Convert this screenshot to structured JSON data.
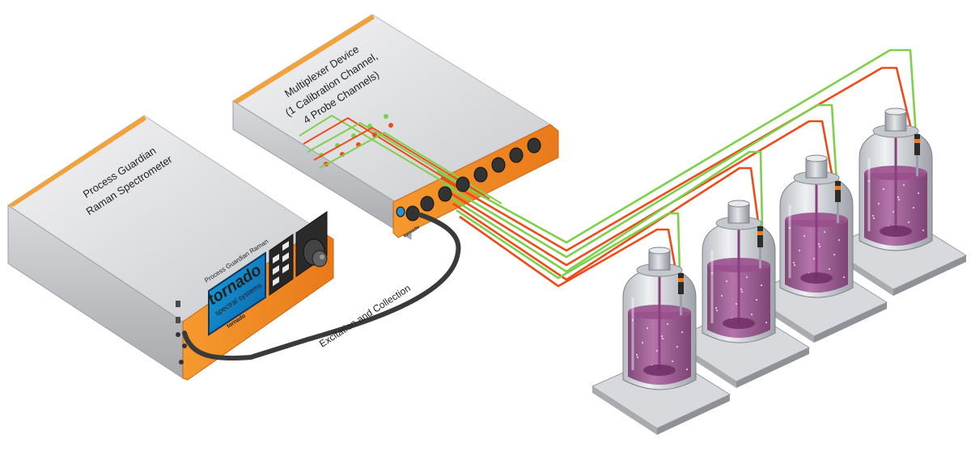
{
  "spectrometer": {
    "label_line1": "Process Guardian",
    "label_line2": "Raman Spectrometer",
    "front_label": "Process Guardian Raman",
    "screen_brand": "tornado",
    "screen_sub": "spectral systems",
    "badge": "tornado"
  },
  "multiplexer": {
    "label_line1": "Multiplexer Device",
    "label_line2": "(1 Calibration Channel,",
    "label_line3": "4 Probe Channels)",
    "badge": "tornado"
  },
  "cable_label": "Excitation and Collection",
  "colors": {
    "orange": "#f07b1c",
    "green": "#7ed04a",
    "red": "#ee4a1a",
    "cable": "#3a3a3a",
    "tank_liquid": "#9a4f8c",
    "steel": "#c9ccd1"
  },
  "probe_channel_count": 4
}
